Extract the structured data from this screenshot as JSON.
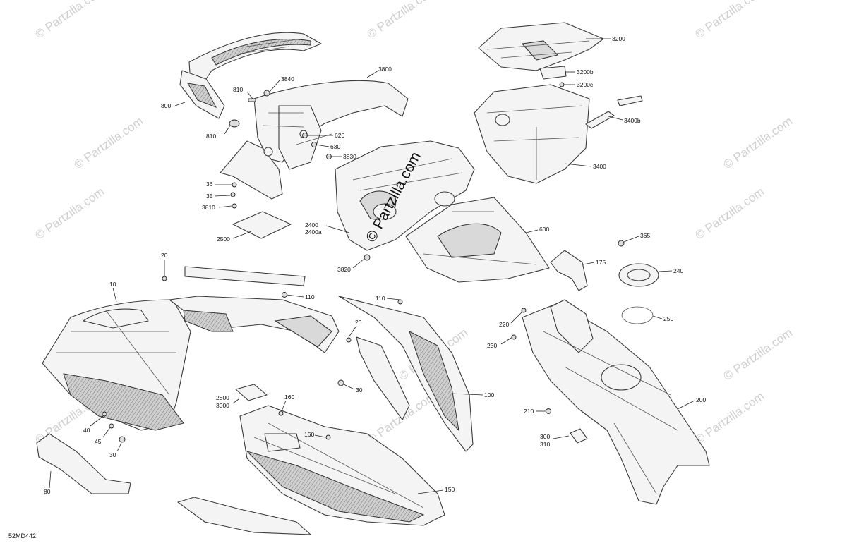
{
  "diagram": {
    "code": "52MD442",
    "watermark": "© Partzilla.com",
    "callouts": [
      {
        "id": "c3200",
        "label": "3200"
      },
      {
        "id": "c3200b",
        "label": "3200b"
      },
      {
        "id": "c3200c",
        "label": "3200c"
      },
      {
        "id": "c3400b",
        "label": "3400b"
      },
      {
        "id": "c3400",
        "label": "3400"
      },
      {
        "id": "c3800",
        "label": "3800"
      },
      {
        "id": "c3840",
        "label": "3840"
      },
      {
        "id": "c810a",
        "label": "810"
      },
      {
        "id": "c800",
        "label": "800"
      },
      {
        "id": "c810b",
        "label": "810"
      },
      {
        "id": "c620",
        "label": "620"
      },
      {
        "id": "c630",
        "label": "630"
      },
      {
        "id": "c3830",
        "label": "3830"
      },
      {
        "id": "c36",
        "label": "36"
      },
      {
        "id": "c35",
        "label": "35"
      },
      {
        "id": "c3810",
        "label": "3810"
      },
      {
        "id": "c2500",
        "label": "2500"
      },
      {
        "id": "c2400",
        "label": "2400"
      },
      {
        "id": "c2400a",
        "label": "2400a"
      },
      {
        "id": "c3820",
        "label": "3820"
      },
      {
        "id": "c600",
        "label": "600"
      },
      {
        "id": "c365",
        "label": "365"
      },
      {
        "id": "c175",
        "label": "175"
      },
      {
        "id": "c240",
        "label": "240"
      },
      {
        "id": "c250",
        "label": "250"
      },
      {
        "id": "c220",
        "label": "220"
      },
      {
        "id": "c230",
        "label": "230"
      },
      {
        "id": "c20a",
        "label": "20"
      },
      {
        "id": "c10",
        "label": "10"
      },
      {
        "id": "c110a",
        "label": "110"
      },
      {
        "id": "c110b",
        "label": "110"
      },
      {
        "id": "c20b",
        "label": "20"
      },
      {
        "id": "c30a",
        "label": "30"
      },
      {
        "id": "c100",
        "label": "100"
      },
      {
        "id": "c2800",
        "label": "2800"
      },
      {
        "id": "c3000",
        "label": "3000"
      },
      {
        "id": "c160a",
        "label": "160"
      },
      {
        "id": "c160b",
        "label": "160"
      },
      {
        "id": "c40",
        "label": "40"
      },
      {
        "id": "c45",
        "label": "45"
      },
      {
        "id": "c30b",
        "label": "30"
      },
      {
        "id": "c80",
        "label": "80"
      },
      {
        "id": "c150",
        "label": "150"
      },
      {
        "id": "c210",
        "label": "210"
      },
      {
        "id": "c200",
        "label": "200"
      },
      {
        "id": "c300",
        "label": "300"
      },
      {
        "id": "c310",
        "label": "310"
      }
    ]
  }
}
